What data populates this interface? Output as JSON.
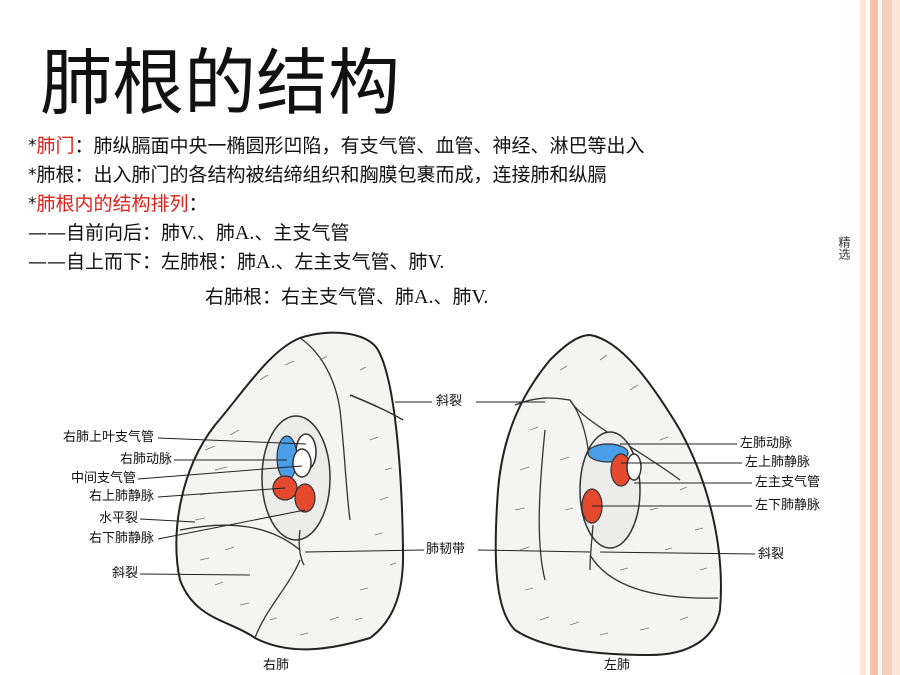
{
  "slide": {
    "title": "肺根的结构",
    "lines": [
      {
        "bullet": "*",
        "red": "肺门",
        "rest": "：肺纵膈面中央一椭圆形凹陷，有支气管、血管、神经、淋巴等出入"
      },
      {
        "bullet": "*",
        "red": "",
        "rest": "肺根：出入肺门的各结构被结缔组织和胸膜包裹而成，连接肺和纵膈"
      },
      {
        "bullet": "*",
        "red": "肺根内的结构排列",
        "rest": "："
      }
    ],
    "order_front_back": {
      "prefix": "——自前向后：肺",
      "v": "V.",
      "mid": "、肺",
      "a": "A.",
      "end": "、主支气管"
    },
    "order_top_down_left": {
      "prefix": "——自上而下：左肺根：肺",
      "a": "A.",
      "mid": "、左主支气管、肺",
      "v": "V."
    },
    "order_top_down_right": {
      "prefix": "右肺根：右主支气管、肺",
      "a": "A.",
      "mid": "、肺",
      "v": "V."
    },
    "side_note": "精选"
  },
  "figure": {
    "right_lung_caption": "右肺",
    "left_lung_caption": "左肺",
    "right_labels": [
      "右肺上叶支气管",
      "右肺动脉",
      "中间支气管",
      "右上肺静脉",
      "水平裂",
      "右下肺静脉",
      "斜裂"
    ],
    "center_labels": [
      "斜裂",
      "肺韧带"
    ],
    "left_labels": [
      "左肺动脉",
      "左上肺静脉",
      "左主支气管",
      "左下肺静脉",
      "斜裂"
    ]
  },
  "colors": {
    "accent_red": "#e0201b",
    "artery_blue": "#4a9ee8",
    "vein_red": "#e64a2e",
    "stripe_peach": "#f6c2ac",
    "stripe_light": "#fbe3d6"
  }
}
